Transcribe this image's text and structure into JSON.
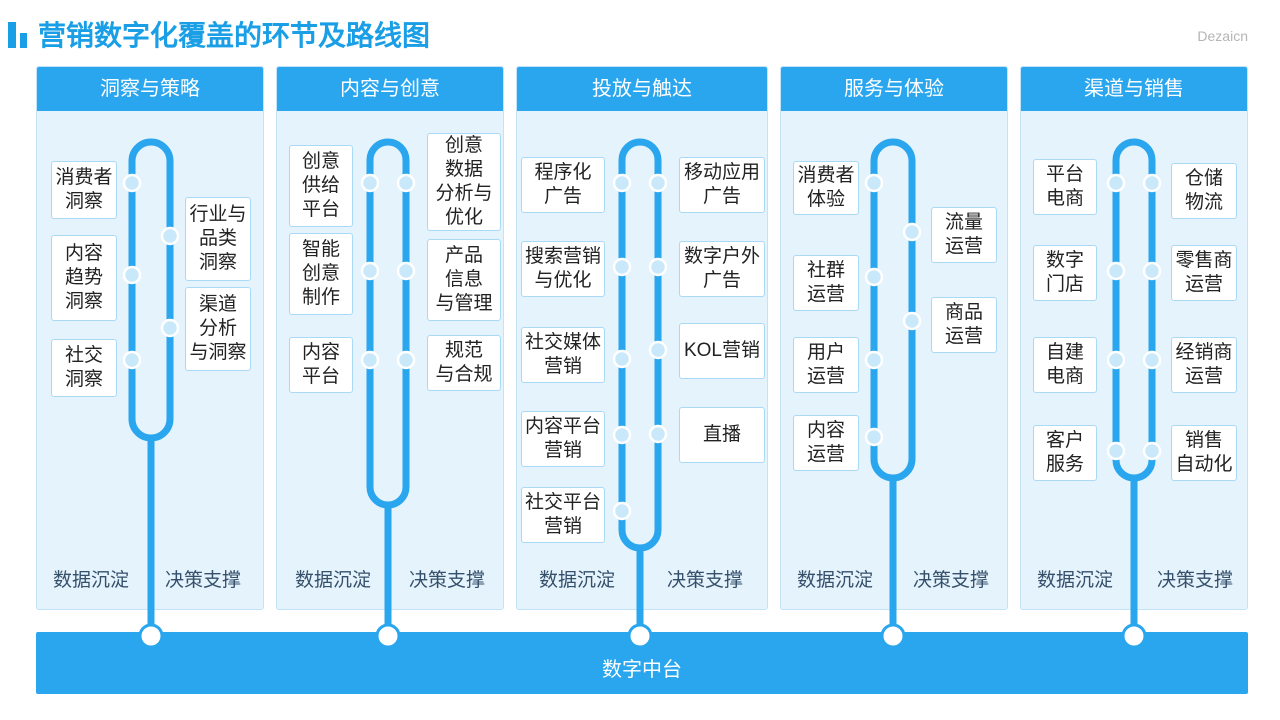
{
  "title": "营销数字化覆盖的环节及路线图",
  "brand": "Dezaicn",
  "stages": [
    {
      "name": "洞察与策略",
      "left_items": [
        "消费者\n洞察",
        "内容\n趋势\n洞察",
        "社交\n洞察"
      ],
      "right_items": [
        "行业与\n品类\n洞察",
        "渠道\n分析\n与洞察"
      ],
      "footer_left": "数据沉淀",
      "footer_right": "决策支撑"
    },
    {
      "name": "内容与创意",
      "left_items": [
        "创意\n供给\n平台",
        "智能\n创意\n制作",
        "内容\n平台"
      ],
      "right_items": [
        "创意\n数据\n分析与\n优化",
        "产品\n信息\n与管理",
        "规范\n与合规"
      ],
      "footer_left": "数据沉淀",
      "footer_right": "决策支撑"
    },
    {
      "name": "投放与触达",
      "left_items": [
        "程序化\n广告",
        "搜索营销\n与优化",
        "社交媒体\n营销",
        "内容平台\n营销",
        "社交平台\n营销"
      ],
      "right_items": [
        "移动应用\n广告",
        "数字户外\n广告",
        "KOL营销",
        "直播"
      ],
      "footer_left": "数据沉淀",
      "footer_right": "决策支撑"
    },
    {
      "name": "服务与体验",
      "left_items": [
        "消费者\n体验",
        "社群\n运营",
        "用户\n运营",
        "内容\n运营"
      ],
      "right_items": [
        "流量\n运营",
        "商品\n运营"
      ],
      "footer_left": "数据沉淀",
      "footer_right": "决策支撑"
    },
    {
      "name": "渠道与销售",
      "left_items": [
        "平台\n电商",
        "数字\n门店",
        "自建\n电商",
        "客户\n服务"
      ],
      "right_items": [
        "仓储\n物流",
        "零售商\n运营",
        "经销商\n运营",
        "销售\n自动化"
      ],
      "footer_left": "数据沉淀",
      "footer_right": "决策支撑"
    }
  ],
  "platform": "数字中台",
  "colors": {
    "accent": "#2aa6ee",
    "panel": "#e5f3fc",
    "title": "#1a9fe6",
    "dot": "#c9e9fb",
    "node_border": "#a9d9f4"
  }
}
